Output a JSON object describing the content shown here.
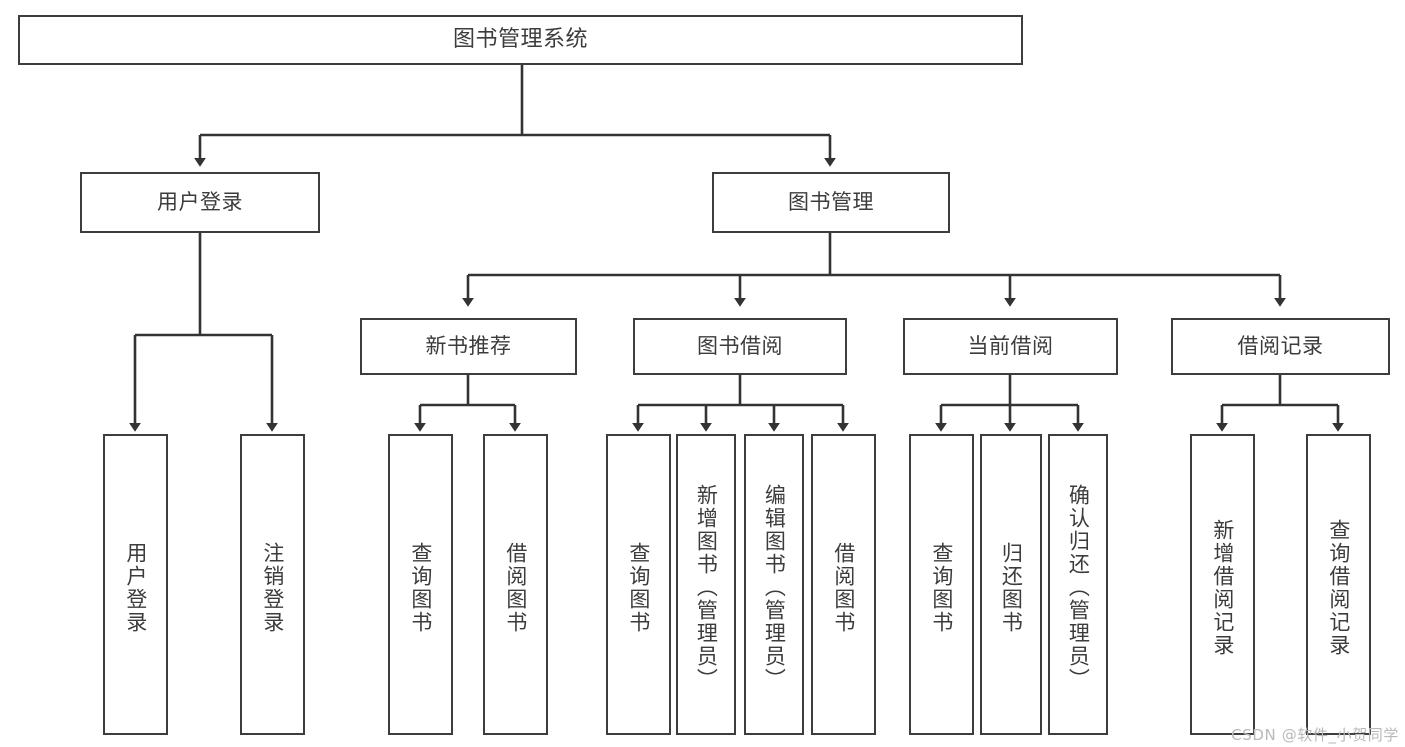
{
  "diagram": {
    "type": "tree",
    "title": "图书管理系统",
    "colors": {
      "box_border": "#3d3d3d",
      "box_fill": "#ffffff",
      "line": "#333333",
      "text": "#3c3c3c",
      "background": "#ffffff",
      "watermark": "#b9b9b9"
    },
    "nodes": {
      "root": {
        "label": "图书管理系统",
        "level": 1
      },
      "user_login": {
        "label": "用户登录",
        "level": 2
      },
      "book_mgmt": {
        "label": "图书管理",
        "level": 2
      },
      "new_book_rec": {
        "label": "新书推荐",
        "level": 3
      },
      "book_borrow": {
        "label": "图书借阅",
        "level": 3
      },
      "current_borrow": {
        "label": "当前借阅",
        "level": 3
      },
      "borrow_record": {
        "label": "借阅记录",
        "level": 3
      },
      "leaf_1": {
        "label": "用户登录",
        "level": 4,
        "parent": "user_login"
      },
      "leaf_2": {
        "label": "注销登录",
        "level": 4,
        "parent": "user_login"
      },
      "leaf_3": {
        "label": "查询图书",
        "level": 4,
        "parent": "new_book_rec"
      },
      "leaf_4": {
        "label": "借阅图书",
        "level": 4,
        "parent": "new_book_rec"
      },
      "leaf_5": {
        "label": "查询图书",
        "level": 4,
        "parent": "book_borrow"
      },
      "leaf_6": {
        "label": "新增图书（管理员）",
        "level": 4,
        "parent": "book_borrow"
      },
      "leaf_7": {
        "label": "编辑图书（管理员）",
        "level": 4,
        "parent": "book_borrow"
      },
      "leaf_8": {
        "label": "借阅图书",
        "level": 4,
        "parent": "book_borrow"
      },
      "leaf_9": {
        "label": "查询图书",
        "level": 4,
        "parent": "current_borrow"
      },
      "leaf_10": {
        "label": "归还图书",
        "level": 4,
        "parent": "current_borrow"
      },
      "leaf_11": {
        "label": "确认归还（管理员）",
        "level": 4,
        "parent": "current_borrow"
      },
      "leaf_12": {
        "label": "新增借阅记录",
        "level": 4,
        "parent": "borrow_record"
      },
      "leaf_13": {
        "label": "查询借阅记录",
        "level": 4,
        "parent": "borrow_record"
      }
    },
    "edges": [
      {
        "from": "root",
        "to": "user_login"
      },
      {
        "from": "root",
        "to": "book_mgmt"
      },
      {
        "from": "book_mgmt",
        "to": "new_book_rec"
      },
      {
        "from": "book_mgmt",
        "to": "book_borrow"
      },
      {
        "from": "book_mgmt",
        "to": "current_borrow"
      },
      {
        "from": "book_mgmt",
        "to": "borrow_record"
      },
      {
        "from": "user_login",
        "to": "leaf_1"
      },
      {
        "from": "user_login",
        "to": "leaf_2"
      },
      {
        "from": "new_book_rec",
        "to": "leaf_3"
      },
      {
        "from": "new_book_rec",
        "to": "leaf_4"
      },
      {
        "from": "book_borrow",
        "to": "leaf_5"
      },
      {
        "from": "book_borrow",
        "to": "leaf_6"
      },
      {
        "from": "book_borrow",
        "to": "leaf_7"
      },
      {
        "from": "book_borrow",
        "to": "leaf_8"
      },
      {
        "from": "current_borrow",
        "to": "leaf_9"
      },
      {
        "from": "current_borrow",
        "to": "leaf_10"
      },
      {
        "from": "current_borrow",
        "to": "leaf_11"
      },
      {
        "from": "borrow_record",
        "to": "leaf_12"
      },
      {
        "from": "borrow_record",
        "to": "leaf_13"
      }
    ]
  },
  "watermark": {
    "text": "CSDN @软件_小贺同学"
  }
}
